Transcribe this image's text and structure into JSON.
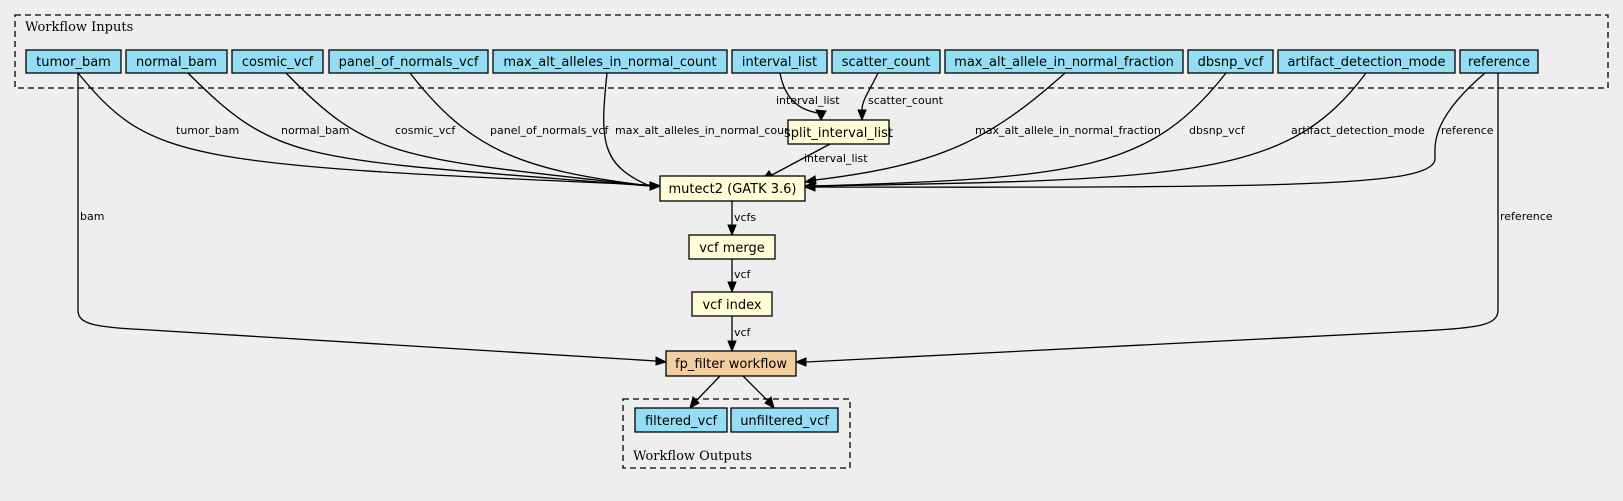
{
  "colors": {
    "background": "#eeeeee",
    "input_fill": "#94ddf4",
    "step_fill": "#fffcd6",
    "subworkflow_fill": "#f3cea1"
  },
  "clusters": {
    "inputs_label": "Workflow Inputs",
    "outputs_label": "Workflow Outputs"
  },
  "inputs": [
    {
      "id": "tumor_bam",
      "label": "tumor_bam"
    },
    {
      "id": "normal_bam",
      "label": "normal_bam"
    },
    {
      "id": "cosmic_vcf",
      "label": "cosmic_vcf"
    },
    {
      "id": "panel_of_normals_vcf",
      "label": "panel_of_normals_vcf"
    },
    {
      "id": "max_alt_alleles_in_normal_count",
      "label": "max_alt_alleles_in_normal_count"
    },
    {
      "id": "interval_list",
      "label": "interval_list"
    },
    {
      "id": "scatter_count",
      "label": "scatter_count"
    },
    {
      "id": "max_alt_allele_in_normal_fraction",
      "label": "max_alt_allele_in_normal_fraction"
    },
    {
      "id": "dbsnp_vcf",
      "label": "dbsnp_vcf"
    },
    {
      "id": "artifact_detection_mode",
      "label": "artifact_detection_mode"
    },
    {
      "id": "reference",
      "label": "reference"
    }
  ],
  "steps": [
    {
      "id": "split_interval_list",
      "label": "split_interval_list",
      "kind": "step"
    },
    {
      "id": "mutect2",
      "label": "mutect2 (GATK 3.6)",
      "kind": "step"
    },
    {
      "id": "vcf_merge",
      "label": "vcf merge",
      "kind": "step"
    },
    {
      "id": "vcf_index",
      "label": "vcf index",
      "kind": "step"
    },
    {
      "id": "fp_filter",
      "label": "fp_filter workflow",
      "kind": "subworkflow"
    }
  ],
  "outputs": [
    {
      "id": "filtered_vcf",
      "label": "filtered_vcf"
    },
    {
      "id": "unfiltered_vcf",
      "label": "unfiltered_vcf"
    }
  ],
  "edges": [
    {
      "from": "tumor_bam",
      "to": "mutect2",
      "label": "tumor_bam"
    },
    {
      "from": "normal_bam",
      "to": "mutect2",
      "label": "normal_bam"
    },
    {
      "from": "cosmic_vcf",
      "to": "mutect2",
      "label": "cosmic_vcf"
    },
    {
      "from": "panel_of_normals_vcf",
      "to": "mutect2",
      "label": "panel_of_normals_vcf"
    },
    {
      "from": "max_alt_alleles_in_normal_count",
      "to": "mutect2",
      "label": "max_alt_alleles_in_normal_count"
    },
    {
      "from": "interval_list",
      "to": "split_interval_list",
      "label": "interval_list"
    },
    {
      "from": "scatter_count",
      "to": "split_interval_list",
      "label": "scatter_count"
    },
    {
      "from": "split_interval_list",
      "to": "mutect2",
      "label": "interval_list"
    },
    {
      "from": "max_alt_allele_in_normal_fraction",
      "to": "mutect2",
      "label": "max_alt_allele_in_normal_fraction"
    },
    {
      "from": "dbsnp_vcf",
      "to": "mutect2",
      "label": "dbsnp_vcf"
    },
    {
      "from": "artifact_detection_mode",
      "to": "mutect2",
      "label": "artifact_detection_mode"
    },
    {
      "from": "reference",
      "to": "mutect2",
      "label": "reference"
    },
    {
      "from": "mutect2",
      "to": "vcf_merge",
      "label": "vcfs"
    },
    {
      "from": "vcf_merge",
      "to": "vcf_index",
      "label": "vcf"
    },
    {
      "from": "vcf_index",
      "to": "fp_filter",
      "label": "vcf"
    },
    {
      "from": "tumor_bam",
      "to": "fp_filter",
      "label": "bam"
    },
    {
      "from": "reference",
      "to": "fp_filter",
      "label": "reference"
    },
    {
      "from": "fp_filter",
      "to": "filtered_vcf",
      "label": ""
    },
    {
      "from": "fp_filter",
      "to": "unfiltered_vcf",
      "label": ""
    }
  ]
}
